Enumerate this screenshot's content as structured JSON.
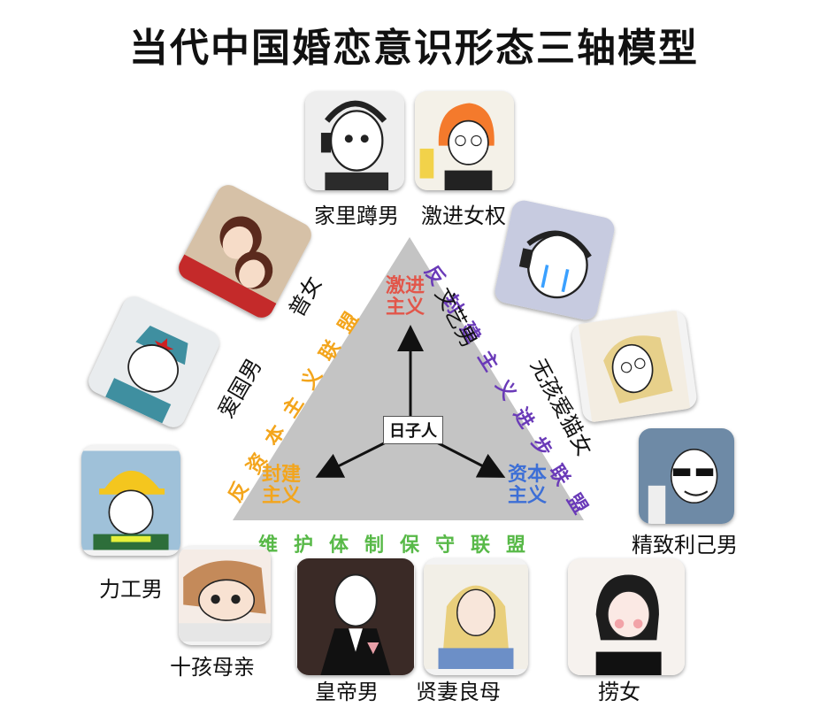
{
  "title": "当代中国婚恋意识形态三轴模型",
  "center": "日子人",
  "poles": {
    "top": "激进\n主义",
    "left": "封建\n主义",
    "right": "资本\n主义"
  },
  "alliances": {
    "left": "反资本主义联盟",
    "right": "反封建主义进步联盟",
    "bottom": "维护体制保守联盟"
  },
  "characters": [
    {
      "id": "jialidunnan",
      "label": "家里蹲男"
    },
    {
      "id": "jijinnvquan",
      "label": "激进女权"
    },
    {
      "id": "wenyinan",
      "label": "文艺男"
    },
    {
      "id": "puhnv",
      "label": "普女"
    },
    {
      "id": "aiguonan",
      "label": "爱国男"
    },
    {
      "id": "wuhaiaimaonv",
      "label": "无孩爱猫女"
    },
    {
      "id": "jingzhiliji",
      "label": "精致利己男"
    },
    {
      "id": "ligongnan",
      "label": "力工男"
    },
    {
      "id": "shihaimuqin",
      "label": "十孩母亲"
    },
    {
      "id": "huangdinan",
      "label": "皇帝男"
    },
    {
      "id": "xianqiliangmu",
      "label": "贤妻良母"
    },
    {
      "id": "laonv",
      "label": "捞女"
    }
  ],
  "colors": {
    "triangle": "#c4c4c4",
    "top_pole": "#e2564a",
    "left_pole": "#f3a51c",
    "right_pole": "#3d6fd6",
    "left_alliance": "#f3a51c",
    "right_alliance": "#6a3ab8",
    "bottom_alliance": "#58b948"
  },
  "icons": [
    "meme-portrait-icon"
  ]
}
